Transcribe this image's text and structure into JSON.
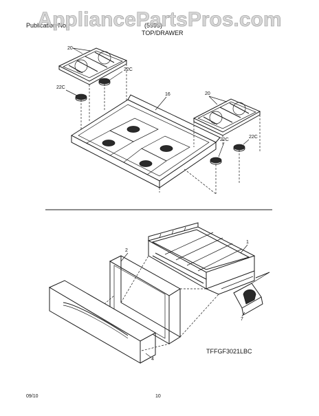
{
  "watermark": "AppliancePartsPros.com",
  "header": {
    "publication_left": "Publication No.",
    "publication_right": "(5995)",
    "section_title": "TOP/DRAWER"
  },
  "labels": {
    "grate_left": "20",
    "grate_right": "20",
    "cap_left_top": "22C",
    "cap_left_side": "22C",
    "cap_right_top": "22C",
    "cap_right_side": "22C",
    "cooktop": "16",
    "drawer_body": "1",
    "drawer_front": "2",
    "drawer_panel": "4",
    "roller": "7"
  },
  "model": "TFFGF3021LBC",
  "footer": {
    "date": "09/10",
    "page": "10"
  },
  "colors": {
    "watermark": "#c8c8c8",
    "ink": "#1a1a1a",
    "background": "#ffffff"
  }
}
